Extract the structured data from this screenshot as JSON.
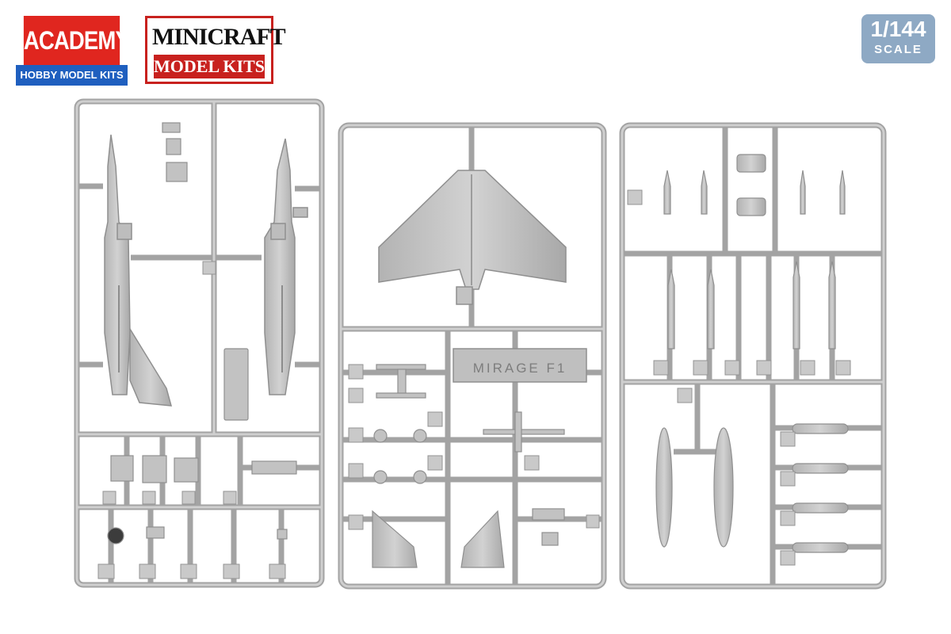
{
  "brands": {
    "academy": {
      "name": "ACADEMY",
      "tagline": "HOBBY MODEL KITS",
      "red": "#e0261f",
      "blue": "#1f5fbf"
    },
    "minicraft": {
      "name": "MINICRAFT",
      "tagline": "MODEL KITS",
      "red": "#c8211e"
    }
  },
  "scale": {
    "ratio": "1/144",
    "label": "SCALE",
    "color": "#8ea9c4"
  },
  "sprue": {
    "color": "#c4c4c4",
    "stroke": "#8f8f8f",
    "plate_label": "MIRAGE F1"
  }
}
